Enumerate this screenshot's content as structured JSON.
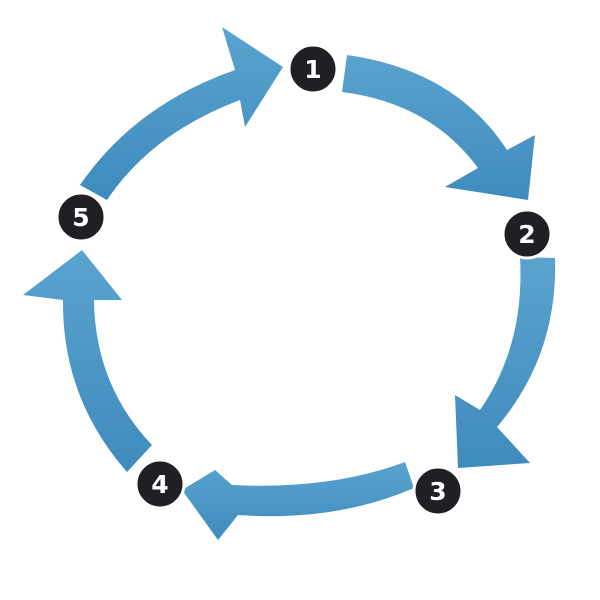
{
  "diagram": {
    "steps": [
      {
        "label": "1"
      },
      {
        "label": "2"
      },
      {
        "label": "3"
      },
      {
        "label": "4"
      },
      {
        "label": "5"
      }
    ],
    "colors": {
      "arrow": "#4a95c2",
      "arrow_shade": "#3a7fb0",
      "badge": "#1f1f24",
      "badge_text": "#ffffff",
      "background": "#ffffff"
    }
  }
}
